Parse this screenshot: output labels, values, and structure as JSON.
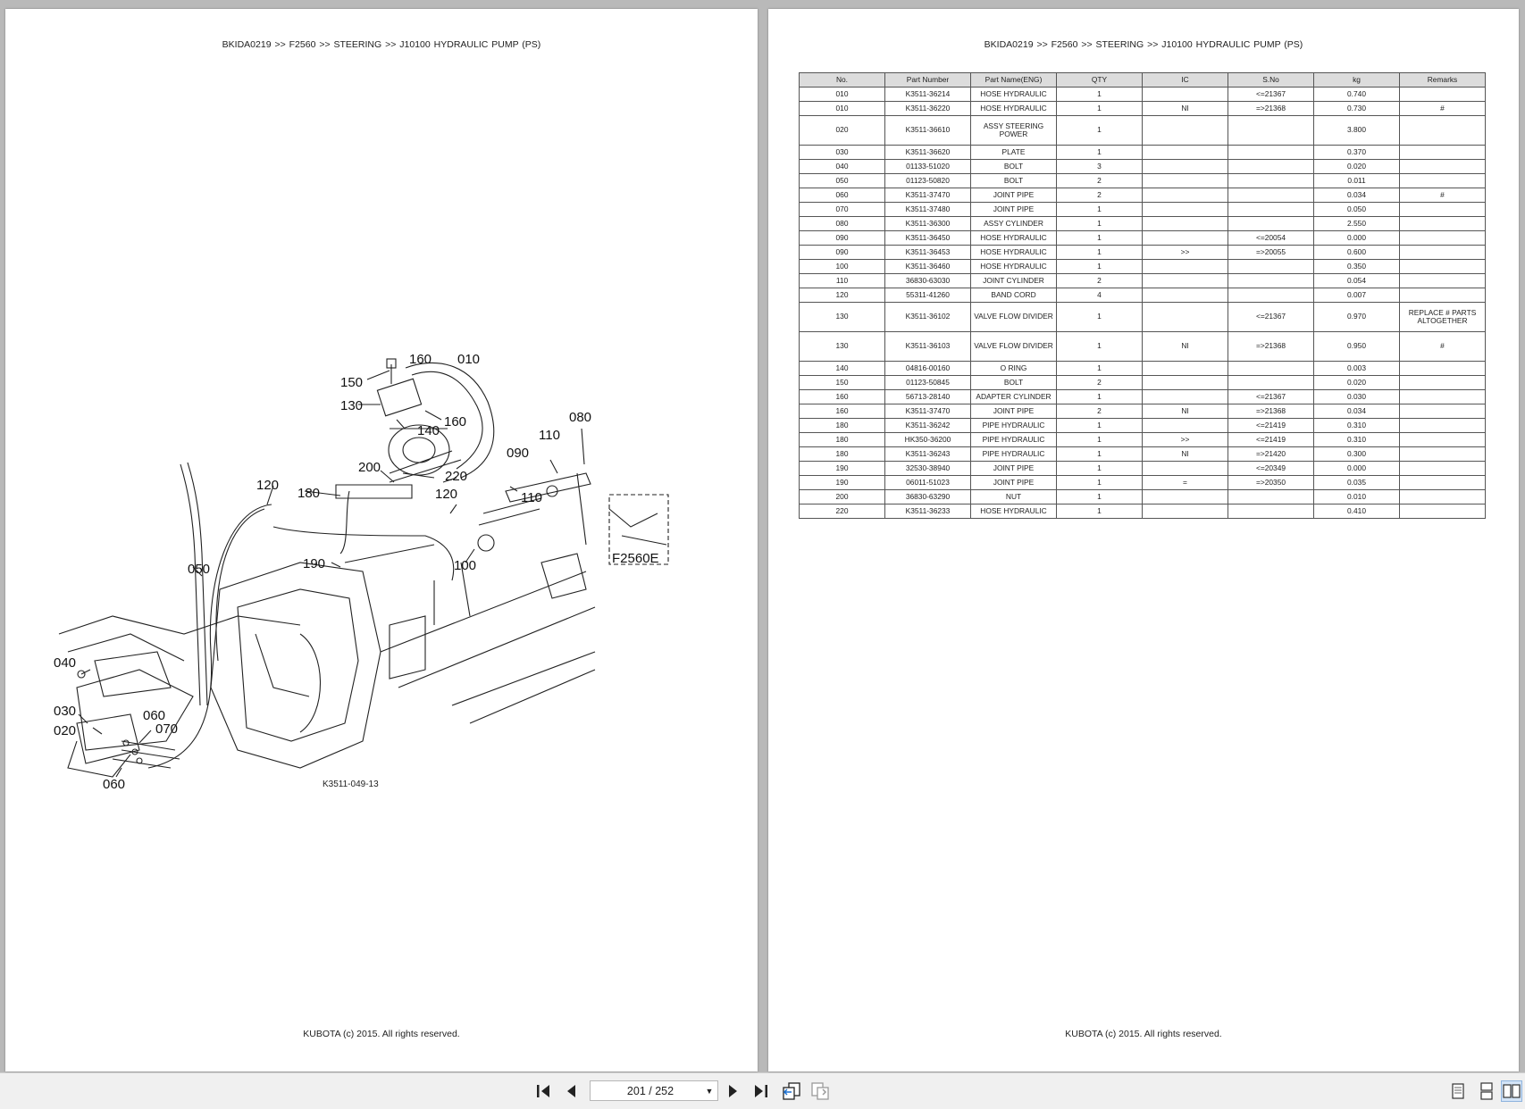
{
  "left_page": {
    "breadcrumb": "BKIDA0219 >> F2560 >> STEERING >> J10100 HYDRAULIC PUMP (PS)",
    "diagram": {
      "labels": [
        "160",
        "010",
        "150",
        "130",
        "140",
        "160",
        "080",
        "110",
        "090",
        "200",
        "220",
        "120",
        "180",
        "120",
        "110",
        "100",
        "F2560E",
        "050",
        "190",
        "040",
        "030",
        "060",
        "070",
        "020",
        "060"
      ],
      "drawing_code": "K3511-049-13"
    },
    "footer": "KUBOTA (c) 2015. All rights reserved."
  },
  "right_page": {
    "breadcrumb": "BKIDA0219 >> F2560 >> STEERING >> J10100 HYDRAULIC PUMP (PS)",
    "table": {
      "headers": [
        "No.",
        "Part Number",
        "Part Name(ENG)",
        "QTY",
        "IC",
        "S.No",
        "kg",
        "Remarks"
      ],
      "rows": [
        [
          "010",
          "K3511-36214",
          "HOSE HYDRAULIC",
          "1",
          "",
          "<=21367",
          "0.740",
          ""
        ],
        [
          "010",
          "K3511-36220",
          "HOSE HYDRAULIC",
          "1",
          "NI",
          "=>21368",
          "0.730",
          "#"
        ],
        [
          "020",
          "K3511-36610",
          "ASSY STEERING POWER",
          "1",
          "",
          "",
          "3.800",
          ""
        ],
        [
          "030",
          "K3511-36620",
          "PLATE",
          "1",
          "",
          "",
          "0.370",
          ""
        ],
        [
          "040",
          "01133-51020",
          "BOLT",
          "3",
          "",
          "",
          "0.020",
          ""
        ],
        [
          "050",
          "01123-50820",
          "BOLT",
          "2",
          "",
          "",
          "0.011",
          ""
        ],
        [
          "060",
          "K3511-37470",
          "JOINT PIPE",
          "2",
          "",
          "",
          "0.034",
          "#"
        ],
        [
          "070",
          "K3511-37480",
          "JOINT PIPE",
          "1",
          "",
          "",
          "0.050",
          ""
        ],
        [
          "080",
          "K3511-36300",
          "ASSY CYLINDER",
          "1",
          "",
          "",
          "2.550",
          ""
        ],
        [
          "090",
          "K3511-36450",
          "HOSE HYDRAULIC",
          "1",
          "",
          "<=20054",
          "0.000",
          ""
        ],
        [
          "090",
          "K3511-36453",
          "HOSE HYDRAULIC",
          "1",
          ">>",
          "=>20055",
          "0.600",
          ""
        ],
        [
          "100",
          "K3511-36460",
          "HOSE HYDRAULIC",
          "1",
          "",
          "",
          "0.350",
          ""
        ],
        [
          "110",
          "36830-63030",
          "JOINT CYLINDER",
          "2",
          "",
          "",
          "0.054",
          ""
        ],
        [
          "120",
          "55311-41260",
          "BAND CORD",
          "4",
          "",
          "",
          "0.007",
          ""
        ],
        [
          "130",
          "K3511-36102",
          "VALVE FLOW DIVIDER",
          "1",
          "",
          "<=21367",
          "0.970",
          "REPLACE # PARTS ALTOGETHER"
        ],
        [
          "130",
          "K3511-36103",
          "VALVE FLOW DIVIDER",
          "1",
          "NI",
          "=>21368",
          "0.950",
          "#"
        ],
        [
          "140",
          "04816-00160",
          "O RING",
          "1",
          "",
          "",
          "0.003",
          ""
        ],
        [
          "150",
          "01123-50845",
          "BOLT",
          "2",
          "",
          "",
          "0.020",
          ""
        ],
        [
          "160",
          "56713-28140",
          "ADAPTER CYLINDER",
          "1",
          "",
          "<=21367",
          "0.030",
          ""
        ],
        [
          "160",
          "K3511-37470",
          "JOINT PIPE",
          "2",
          "NI",
          "=>21368",
          "0.034",
          ""
        ],
        [
          "180",
          "K3511-36242",
          "PIPE HYDRAULIC",
          "1",
          "",
          "<=21419",
          "0.310",
          ""
        ],
        [
          "180",
          "HK350-36200",
          "PIPE HYDRAULIC",
          "1",
          ">>",
          "<=21419",
          "0.310",
          ""
        ],
        [
          "180",
          "K3511-36243",
          "PIPE HYDRAULIC",
          "1",
          "NI",
          "=>21420",
          "0.300",
          ""
        ],
        [
          "190",
          "32530-38940",
          "JOINT PIPE",
          "1",
          "",
          "<=20349",
          "0.000",
          ""
        ],
        [
          "190",
          "06011-51023",
          "JOINT PIPE",
          "1",
          "=",
          "=>20350",
          "0.035",
          ""
        ],
        [
          "200",
          "36830-63290",
          "NUT",
          "1",
          "",
          "",
          "0.010",
          ""
        ],
        [
          "220",
          "K3511-36233",
          "HOSE HYDRAULIC",
          "1",
          "",
          "",
          "0.410",
          ""
        ]
      ]
    },
    "footer": "KUBOTA (c) 2015. All rights reserved."
  },
  "toolbar": {
    "page_indicator": "201 / 252",
    "icons": [
      "first-page-icon",
      "previous-page-icon",
      "next-page-icon",
      "last-page-icon",
      "go-back-view-icon",
      "go-forward-view-icon",
      "single-page-view-icon",
      "continuous-view-icon",
      "two-page-view-icon"
    ]
  }
}
